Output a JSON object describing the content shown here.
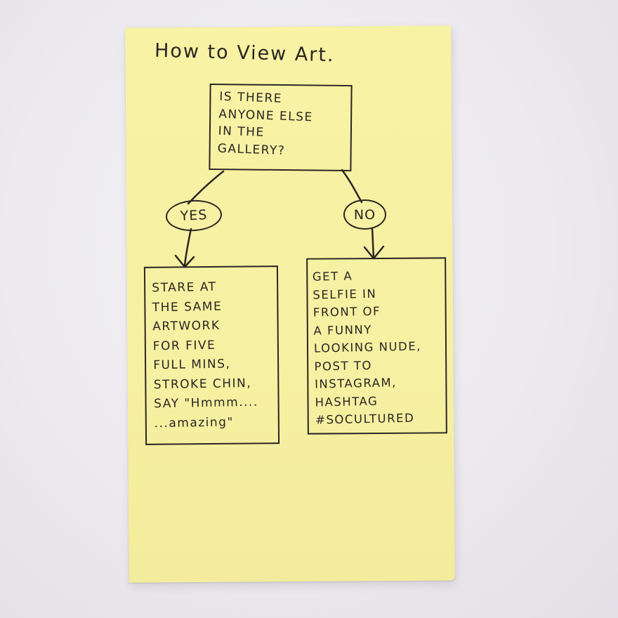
{
  "title": "How to View Art.",
  "question": {
    "lines": [
      "IS THERE",
      "ANYONE ELSE",
      "IN THE",
      "GALLERY?"
    ]
  },
  "branches": {
    "yes": {
      "label": "YES",
      "lines": [
        "STARE AT",
        "THE SAME",
        "ARTWORK",
        "FOR FIVE",
        "FULL MINS,",
        "STROKE CHIN,",
        "SAY \"Hmmm....",
        "...amazing\""
      ]
    },
    "no": {
      "label": "NO",
      "lines": [
        "GET A",
        "SELFIE IN",
        "FRONT OF",
        "A FUNNY",
        "LOOKING NUDE,",
        "POST TO",
        "INSTAGRAM,",
        "HASHTAG",
        "#SOCULTURED"
      ]
    }
  },
  "colors": {
    "ink": "#2a2622",
    "note": "#f6f0a2",
    "background": "#eceaee"
  }
}
